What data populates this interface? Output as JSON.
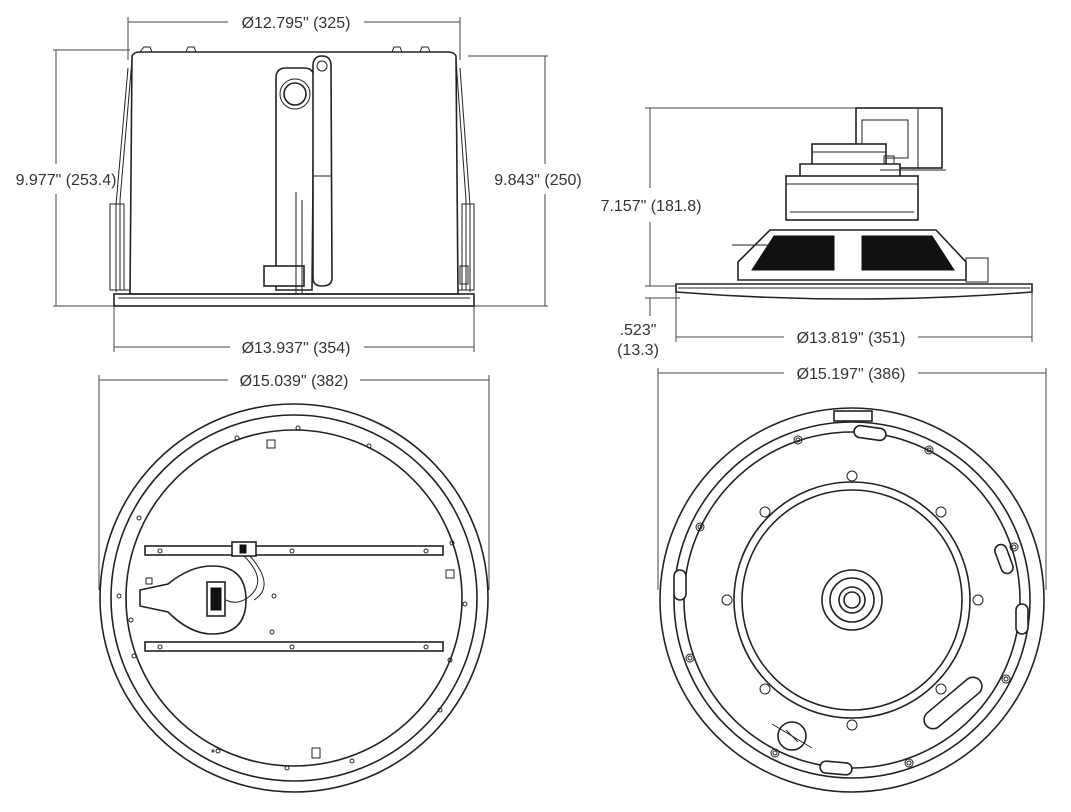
{
  "figure": {
    "dimensions": {
      "top_diameter": "Ø12.795\" (325)",
      "left_height": "9.977\" (253.4)",
      "right_height": "9.843\" (250)",
      "base_diameter": "Ø13.937\" (354)",
      "side_height": "7.157\" (181.8)",
      "trim_thickness_in": ".523\"",
      "trim_thickness_mm": "(13.3)",
      "baffle_diameter": "Ø13.819\" (351)",
      "bottom_left_diameter": "Ø15.039\" (382)",
      "bottom_right_diameter": "Ø15.197\" (386)"
    }
  }
}
